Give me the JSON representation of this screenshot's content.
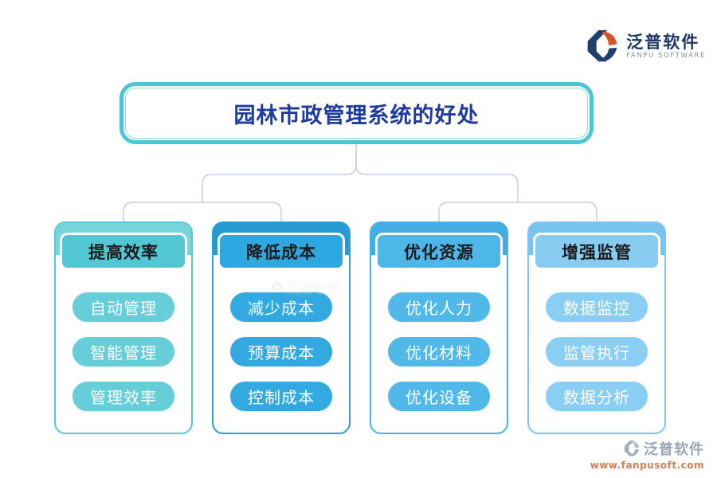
{
  "title": {
    "text": "园林市政管理系统的好处",
    "text_color": "#1c3aa0",
    "border_color": "#4cc7d2"
  },
  "brand": {
    "name": "泛普软件",
    "subtitle": "FANPU SOFTWARE",
    "name_color": "#1d3663",
    "subtitle_color": "#8a9099",
    "logo_primary": "#1f3f6e",
    "logo_accent": "#d4552a"
  },
  "connectors": {
    "color": "#c6cfdc"
  },
  "columns": [
    {
      "header": "提高效率",
      "items": [
        "自动管理",
        "智能管理",
        "管理效率"
      ],
      "colors": {
        "band": "#79d5dc",
        "head": "#50c7d2",
        "pill": "#65ced8",
        "border": "#57c9d4"
      }
    },
    {
      "header": "降低成本",
      "items": [
        "减少成本",
        "预算成本",
        "控制成本"
      ],
      "colors": {
        "band": "#2799d3",
        "head": "#2ea8e1",
        "pill": "#32a9e1",
        "border": "#2aa0d9"
      }
    },
    {
      "header": "优化资源",
      "items": [
        "优化人力",
        "优化材料",
        "优化设备"
      ],
      "colors": {
        "band": "#42aee4",
        "head": "#4db7ea",
        "pill": "#51b9ea",
        "border": "#45b1e6"
      }
    },
    {
      "header": "增强监管",
      "items": [
        "数据监控",
        "监管执行",
        "数据分析"
      ],
      "colors": {
        "band": "#79c3ef",
        "head": "#88ccf2",
        "pill": "#8bcef3",
        "border": "#7cc5f0"
      }
    }
  ],
  "ghost_watermark": {
    "name": "泛普软件"
  },
  "footer": {
    "name": "泛普软件",
    "url": "www.fanpusoft.com",
    "url_color": "#d97a58"
  }
}
